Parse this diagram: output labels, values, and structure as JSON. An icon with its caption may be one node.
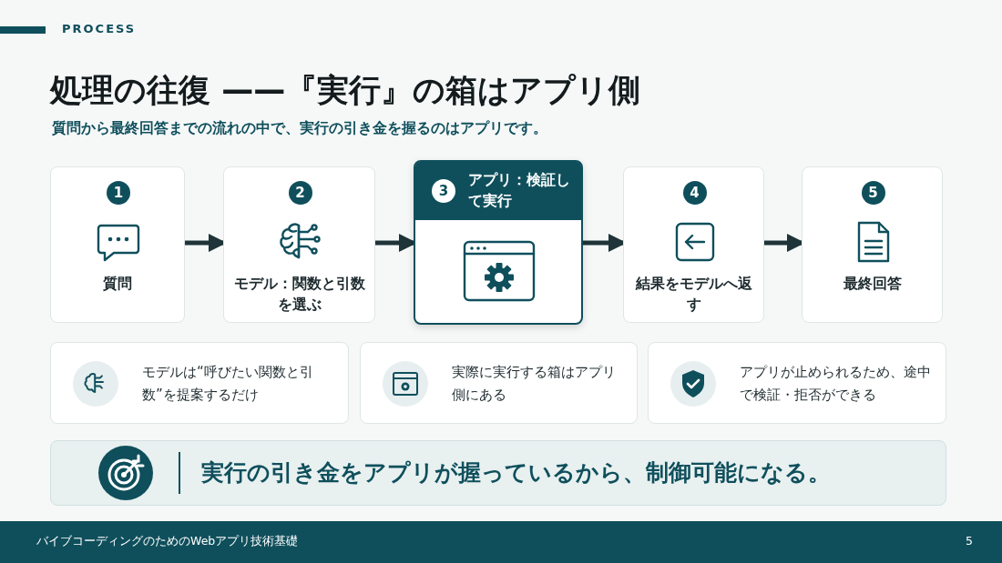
{
  "diagram": {
    "title": "処理の往復 ——『実行』の箱はアプリ側",
    "nodes": [
      {
        "text": [
          "1",
          "質問"
        ]
      },
      {
        "text": [
          "2",
          "モデル：関数と引数を選ぶ"
        ]
      },
      {
        "text": [
          "3",
          "アプリ：検証して実行"
        ]
      },
      {
        "text": [
          "4",
          "結果をモデルへ返す"
        ]
      },
      {
        "text": [
          "5",
          "最終回答"
        ]
      },
      {
        "text": [
          "モデルは“呼びたい関数と引数”を提案するだけ"
        ]
      },
      {
        "text": [
          "実際に実行する箱はアプリ側にある"
        ]
      },
      {
        "text": [
          "アプリが止められるため、途中で検証・拒否ができる"
        ]
      },
      {
        "text": [
          "実行の引き金をアプリが握っているから、制御可能になる。"
        ]
      }
    ],
    "edges": [
      {
        "from": 0,
        "to": 1,
        "arrow": "to"
      },
      {
        "from": 1,
        "to": 2,
        "arrow": "to"
      },
      {
        "from": 2,
        "to": 3,
        "arrow": "to"
      },
      {
        "from": 3,
        "to": 4,
        "arrow": "to"
      }
    ],
    "labels": [
      "PROCESS",
      "質問から最終回答までの流れの中で、実行の引き金を握るのはアプリです。",
      "バイブコーディングのためのWebアプリ技術基礎",
      "5"
    ]
  }
}
